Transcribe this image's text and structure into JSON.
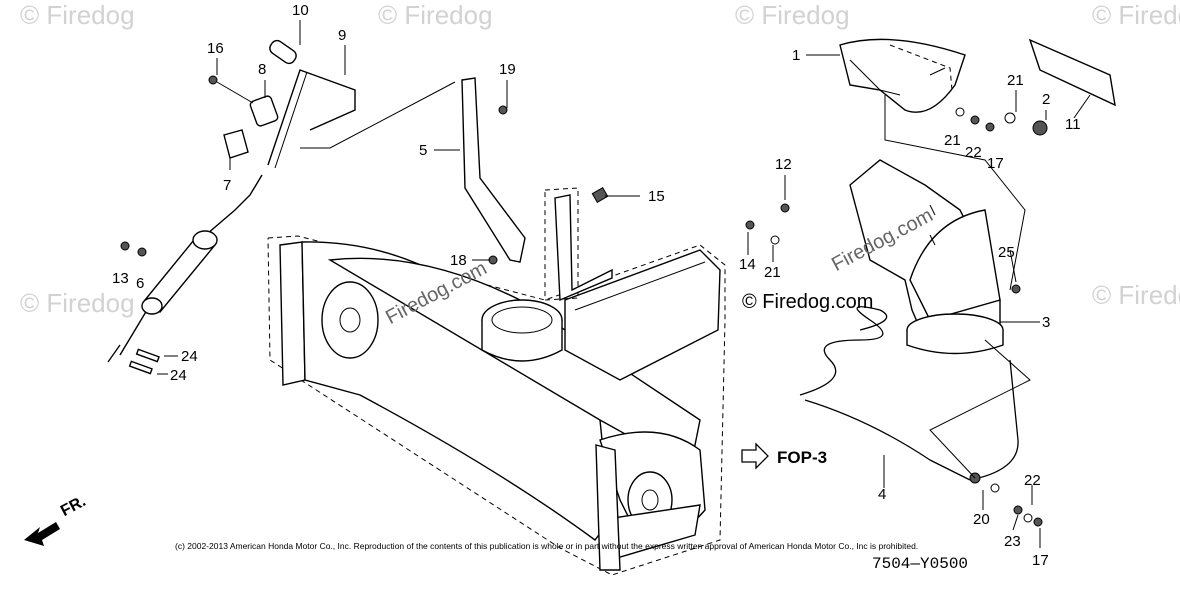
{
  "diagram": {
    "callouts": [
      {
        "id": "c10",
        "text": "10"
      },
      {
        "id": "c9",
        "text": "9"
      },
      {
        "id": "c16",
        "text": "16"
      },
      {
        "id": "c8",
        "text": "8"
      },
      {
        "id": "c7",
        "text": "7"
      },
      {
        "id": "c19",
        "text": "19"
      },
      {
        "id": "c5",
        "text": "5"
      },
      {
        "id": "c15",
        "text": "15"
      },
      {
        "id": "c18",
        "text": "18"
      },
      {
        "id": "c13",
        "text": "13"
      },
      {
        "id": "c6",
        "text": "6"
      },
      {
        "id": "c24a",
        "text": "24"
      },
      {
        "id": "c24b",
        "text": "24"
      },
      {
        "id": "c1",
        "text": "1"
      },
      {
        "id": "c21a",
        "text": "21"
      },
      {
        "id": "c2",
        "text": "2"
      },
      {
        "id": "c11",
        "text": "11"
      },
      {
        "id": "c21b",
        "text": "21"
      },
      {
        "id": "c22a",
        "text": "22"
      },
      {
        "id": "c17a",
        "text": "17"
      },
      {
        "id": "c12",
        "text": "12"
      },
      {
        "id": "c14",
        "text": "14"
      },
      {
        "id": "c21c",
        "text": "21"
      },
      {
        "id": "c25",
        "text": "25"
      },
      {
        "id": "c3",
        "text": "3"
      },
      {
        "id": "c4",
        "text": "4"
      },
      {
        "id": "c22b",
        "text": "22"
      },
      {
        "id": "c20",
        "text": "20"
      },
      {
        "id": "c23",
        "text": "23"
      },
      {
        "id": "c17b",
        "text": "17"
      }
    ],
    "reference": "FOP-3",
    "diagram_code": "7504—Y0500",
    "direction_label": "FR.",
    "copyright": "(c) 2002-2013 American Honda Motor Co., Inc. Reproduction of the contents of this publication is whole or in part without the express written approval of American Honda Motor Co., Inc is prohibited.",
    "watermarks": {
      "center": "© Firedog.com",
      "rotated": "Firedog.com",
      "edge": "© Firedog"
    }
  }
}
